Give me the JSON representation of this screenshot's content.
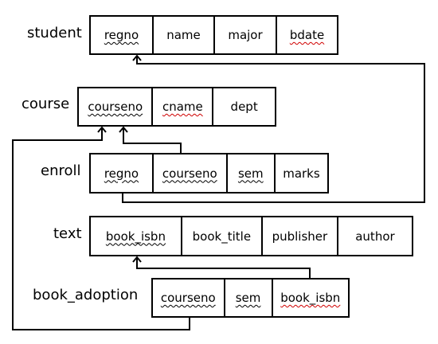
{
  "tables": [
    {
      "name": "student",
      "columns": [
        {
          "text": "regno",
          "pk": true,
          "spell": true
        },
        {
          "text": "name",
          "pk": false,
          "spell": false
        },
        {
          "text": "major",
          "pk": false,
          "spell": false
        },
        {
          "text": "bdate",
          "pk": false,
          "spell": true
        }
      ]
    },
    {
      "name": "course",
      "columns": [
        {
          "text": "courseno",
          "pk": true,
          "spell": true
        },
        {
          "text": "cname",
          "pk": false,
          "spell": true
        },
        {
          "text": "dept",
          "pk": false,
          "spell": false
        }
      ]
    },
    {
      "name": "enroll",
      "columns": [
        {
          "text": "regno",
          "pk": true,
          "spell": true
        },
        {
          "text": "courseno",
          "pk": true,
          "spell": true
        },
        {
          "text": "sem",
          "pk": true,
          "spell": true
        },
        {
          "text": "marks",
          "pk": false,
          "spell": false
        }
      ]
    },
    {
      "name": "text",
      "columns": [
        {
          "text": "book_isbn",
          "pk": true,
          "spell": true
        },
        {
          "text": "book_title",
          "pk": false,
          "spell": false
        },
        {
          "text": "publisher",
          "pk": false,
          "spell": false
        },
        {
          "text": "author",
          "pk": false,
          "spell": false
        }
      ]
    },
    {
      "name": "book_adoption",
      "columns": [
        {
          "text": "courseno",
          "pk": true,
          "spell": true
        },
        {
          "text": "sem",
          "pk": true,
          "spell": true
        },
        {
          "text": "book_isbn",
          "pk": false,
          "spell": true
        }
      ]
    }
  ],
  "relationships": [
    {
      "from": "enroll.regno",
      "to": "student.regno"
    },
    {
      "from": "enroll.courseno",
      "to": "course.courseno"
    },
    {
      "from": "book_adoption.courseno",
      "to": "course.courseno"
    },
    {
      "from": "book_adoption.book_isbn",
      "to": "text.book_isbn"
    }
  ],
  "colors": {
    "line": "#000000",
    "spellcheck": "#d00000",
    "background": "#ffffff"
  }
}
